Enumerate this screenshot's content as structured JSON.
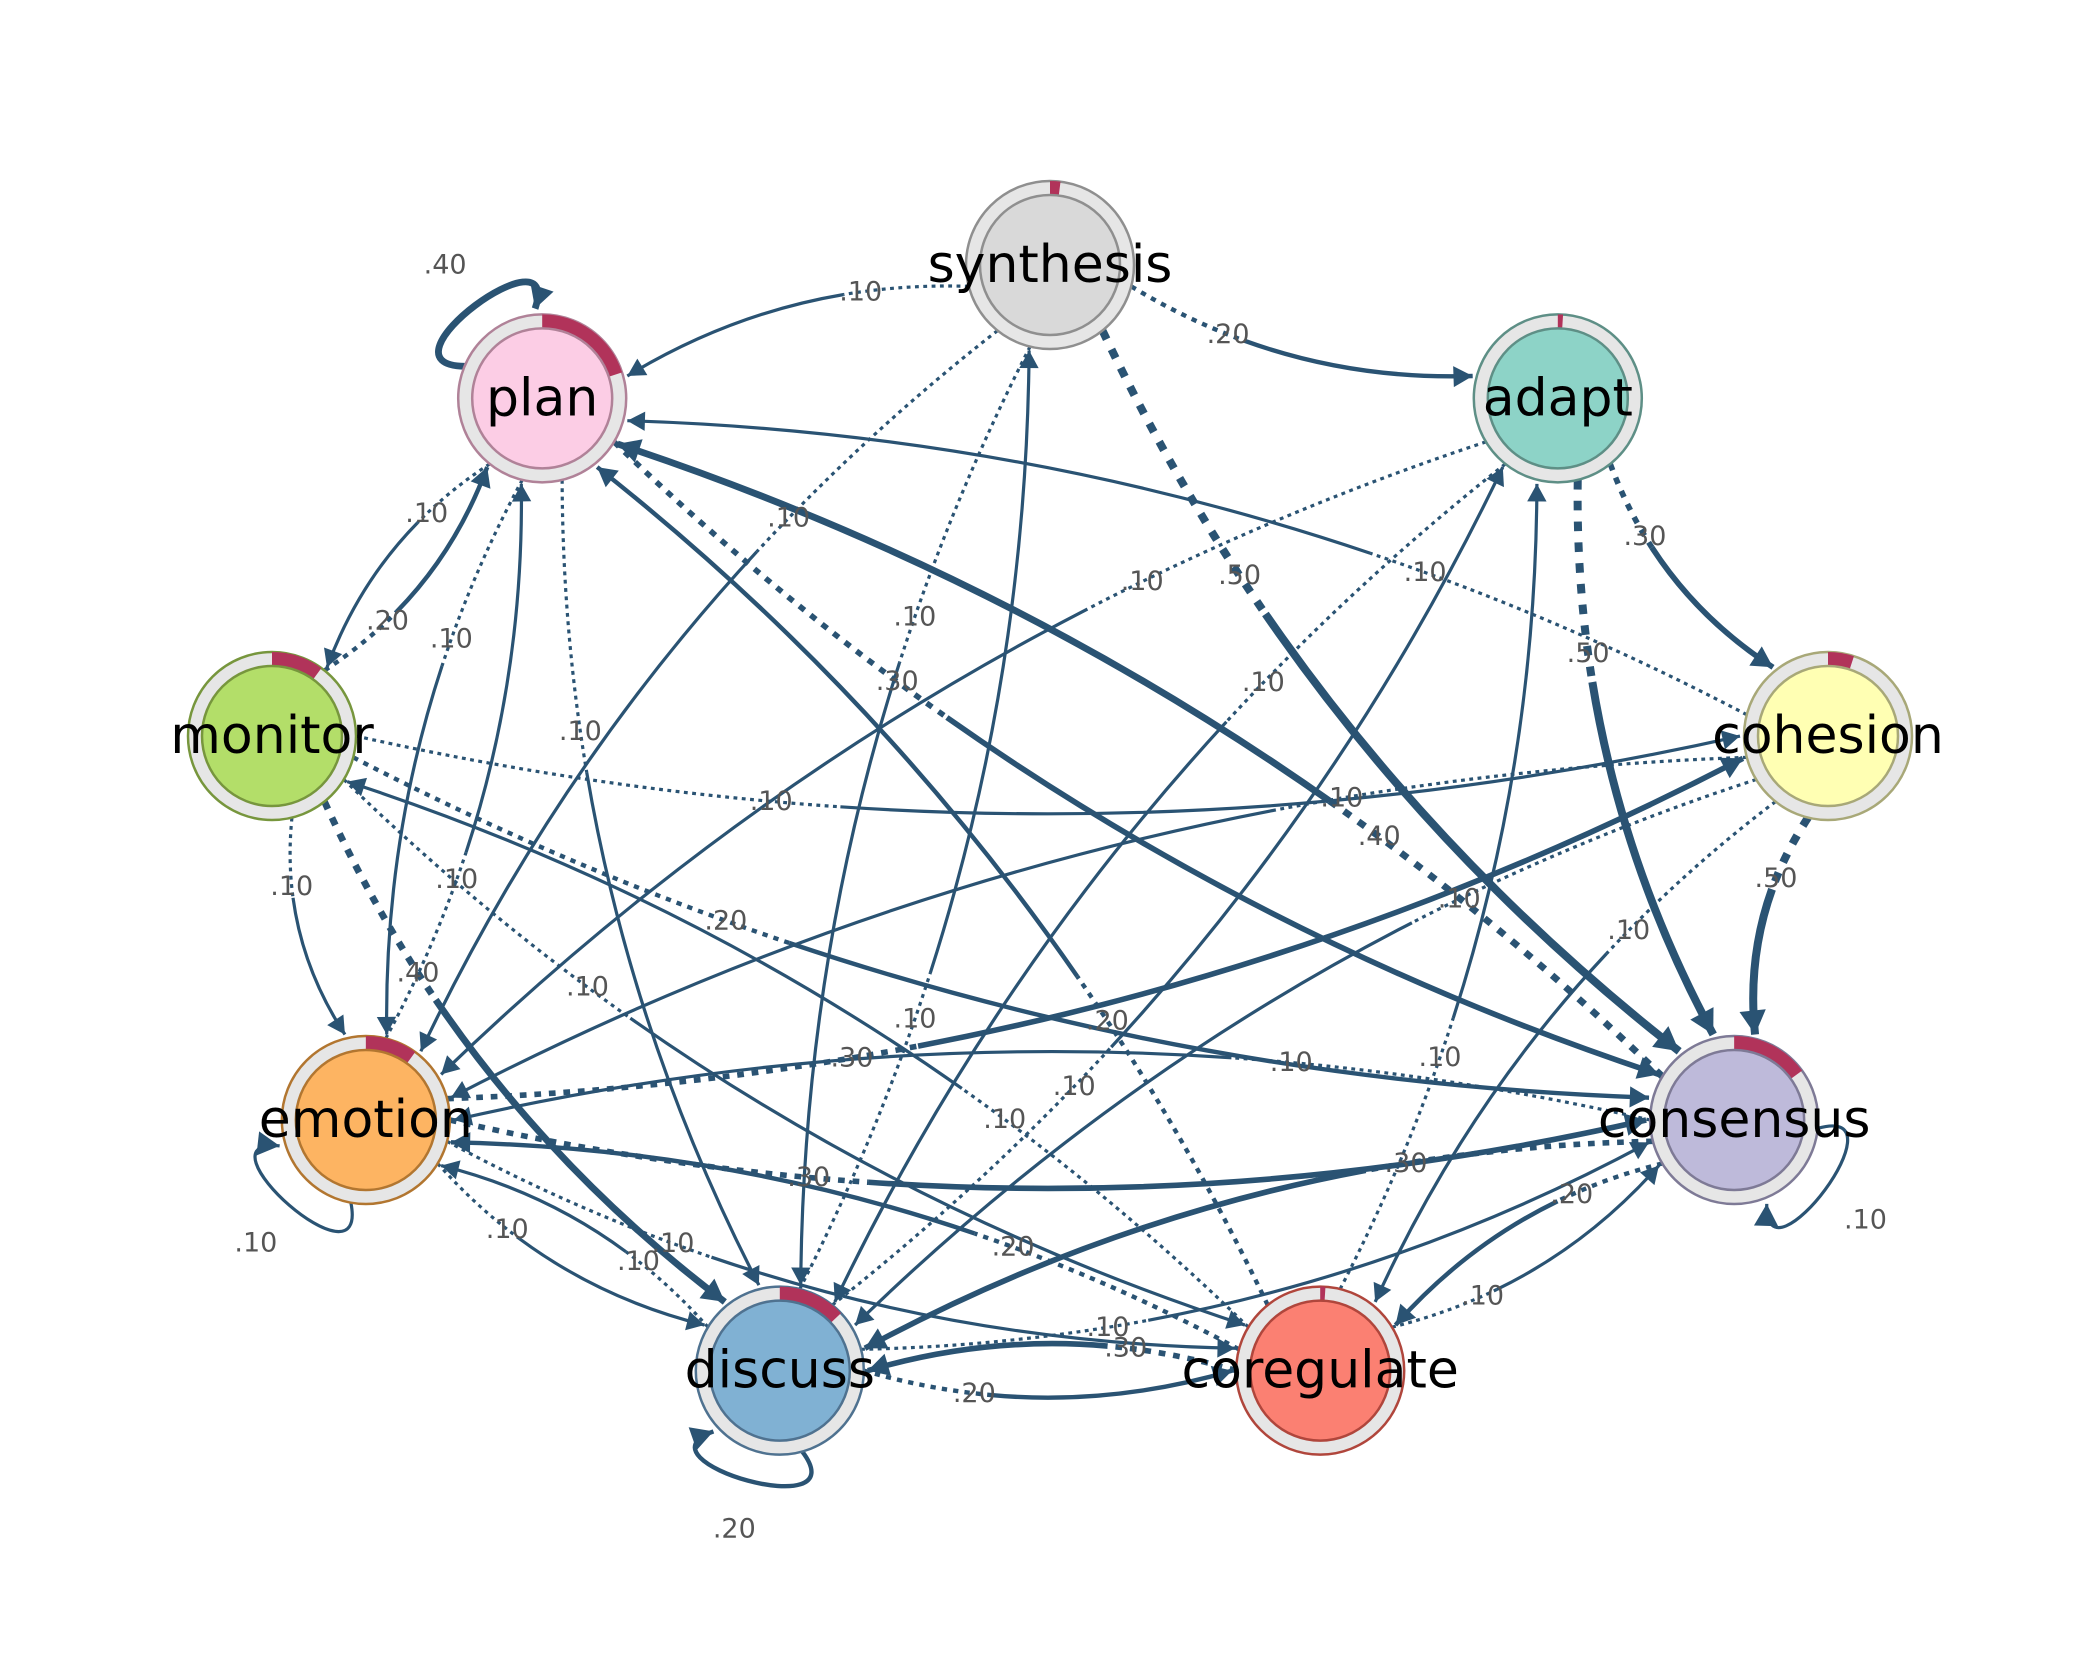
{
  "colors": {
    "edge": "#2a5373",
    "ring_bg": "#e6e6e6",
    "ring_accent": "#b1335a",
    "label_bg": "#ffffff"
  },
  "nodes": [
    {
      "id": "synthesis",
      "label": "synthesis",
      "fill": "#d9d9d9",
      "stroke": "#8f8f8f",
      "init": 0.02
    },
    {
      "id": "adapt",
      "label": "adapt",
      "fill": "#8dd3c7",
      "stroke": "#5e8f86",
      "init": 0.01
    },
    {
      "id": "cohesion",
      "label": "cohesion",
      "fill": "#ffffb3",
      "stroke": "#a8a878",
      "init": 0.05
    },
    {
      "id": "consensus",
      "label": "consensus",
      "fill": "#bebada",
      "stroke": "#7e7a96",
      "init": 0.15
    },
    {
      "id": "coregulate",
      "label": "coregulate",
      "fill": "#fb8072",
      "stroke": "#b0463c",
      "init": 0.01
    },
    {
      "id": "discuss",
      "label": "discuss",
      "fill": "#80b1d3",
      "stroke": "#4f7290",
      "init": 0.13
    },
    {
      "id": "emotion",
      "label": "emotion",
      "fill": "#fdb462",
      "stroke": "#b27630",
      "init": 0.1
    },
    {
      "id": "monitor",
      "label": "monitor",
      "fill": "#b3de69",
      "stroke": "#77963d",
      "init": 0.1
    },
    {
      "id": "plan",
      "label": "plan",
      "fill": "#fccde5",
      "stroke": "#b08298",
      "init": 0.2
    }
  ],
  "edges": [
    {
      "from": "plan",
      "to": "plan",
      "label": ".40",
      "w": 0.4
    },
    {
      "from": "emotion",
      "to": "emotion",
      "label": ".10",
      "w": 0.1
    },
    {
      "from": "discuss",
      "to": "discuss",
      "label": ".20",
      "w": 0.2
    },
    {
      "from": "consensus",
      "to": "consensus",
      "label": ".10",
      "w": 0.1
    },
    {
      "from": "synthesis",
      "to": "plan",
      "label": ".10",
      "w": 0.1
    },
    {
      "from": "synthesis",
      "to": "adapt",
      "label": ".20",
      "w": 0.2
    },
    {
      "from": "synthesis",
      "to": "consensus",
      "label": ".50",
      "w": 0.5
    },
    {
      "from": "synthesis",
      "to": "emotion",
      "label": ".10",
      "w": 0.1
    },
    {
      "from": "synthesis",
      "to": "discuss",
      "label": ".10",
      "w": 0.1
    },
    {
      "from": "adapt",
      "to": "cohesion",
      "label": ".30",
      "w": 0.3
    },
    {
      "from": "adapt",
      "to": "consensus",
      "label": ".50",
      "w": 0.5
    },
    {
      "from": "adapt",
      "to": "emotion",
      "label": ".10",
      "w": 0.1
    },
    {
      "from": "adapt",
      "to": "discuss",
      "label": ".10",
      "w": 0.1
    },
    {
      "from": "cohesion",
      "to": "consensus",
      "label": ".50",
      "w": 0.5
    },
    {
      "from": "cohesion",
      "to": "plan",
      "label": ".10",
      "w": 0.1
    },
    {
      "from": "cohesion",
      "to": "emotion",
      "label": ".10",
      "w": 0.1
    },
    {
      "from": "cohesion",
      "to": "discuss",
      "label": ".10",
      "w": 0.1
    },
    {
      "from": "cohesion",
      "to": "coregulate",
      "label": ".10",
      "w": 0.1
    },
    {
      "from": "consensus",
      "to": "plan",
      "label": ".40",
      "w": 0.4
    },
    {
      "from": "consensus",
      "to": "discuss",
      "label": ".30",
      "w": 0.3
    },
    {
      "from": "consensus",
      "to": "coregulate",
      "label": ".20",
      "w": 0.2
    },
    {
      "from": "consensus",
      "to": "emotion",
      "label": ".10",
      "w": 0.1
    },
    {
      "from": "coregulate",
      "to": "plan",
      "label": ".20",
      "w": 0.2
    },
    {
      "from": "coregulate",
      "to": "discuss",
      "label": ".30",
      "w": 0.3
    },
    {
      "from": "coregulate",
      "to": "consensus",
      "label": ".10",
      "w": 0.1
    },
    {
      "from": "coregulate",
      "to": "adapt",
      "label": ".10",
      "w": 0.1
    },
    {
      "from": "coregulate",
      "to": "monitor",
      "label": ".10",
      "w": 0.1
    },
    {
      "from": "coregulate",
      "to": "emotion",
      "label": ".20",
      "w": 0.2
    },
    {
      "from": "discuss",
      "to": "emotion",
      "label": ".10",
      "w": 0.1
    },
    {
      "from": "discuss",
      "to": "synthesis",
      "label": ".10",
      "w": 0.1
    },
    {
      "from": "discuss",
      "to": "adapt",
      "label": ".10",
      "w": 0.1
    },
    {
      "from": "discuss",
      "to": "coregulate",
      "label": ".20",
      "w": 0.2
    },
    {
      "from": "discuss",
      "to": "consensus",
      "label": ".10",
      "w": 0.1
    },
    {
      "from": "emotion",
      "to": "cohesion",
      "label": ".30",
      "w": 0.3
    },
    {
      "from": "emotion",
      "to": "consensus",
      "label": ".30",
      "w": 0.3
    },
    {
      "from": "emotion",
      "to": "discuss",
      "label": ".10",
      "w": 0.1
    },
    {
      "from": "emotion",
      "to": "plan",
      "label": ".10",
      "w": 0.1
    },
    {
      "from": "emotion",
      "to": "coregulate",
      "label": ".10",
      "w": 0.1
    },
    {
      "from": "monitor",
      "to": "plan",
      "label": ".20",
      "w": 0.2
    },
    {
      "from": "monitor",
      "to": "discuss",
      "label": ".40",
      "w": 0.4
    },
    {
      "from": "monitor",
      "to": "emotion",
      "label": ".10",
      "w": 0.1
    },
    {
      "from": "monitor",
      "to": "consensus",
      "label": ".20",
      "w": 0.2
    },
    {
      "from": "monitor",
      "to": "cohesion",
      "label": ".10",
      "w": 0.1
    },
    {
      "from": "monitor",
      "to": "coregulate",
      "label": ".10",
      "w": 0.1
    },
    {
      "from": "plan",
      "to": "monitor",
      "label": ".10",
      "w": 0.1
    },
    {
      "from": "plan",
      "to": "consensus",
      "label": ".30",
      "w": 0.3
    },
    {
      "from": "plan",
      "to": "discuss",
      "label": ".10",
      "w": 0.1
    },
    {
      "from": "plan",
      "to": "emotion",
      "label": ".10",
      "w": 0.1
    }
  ]
}
